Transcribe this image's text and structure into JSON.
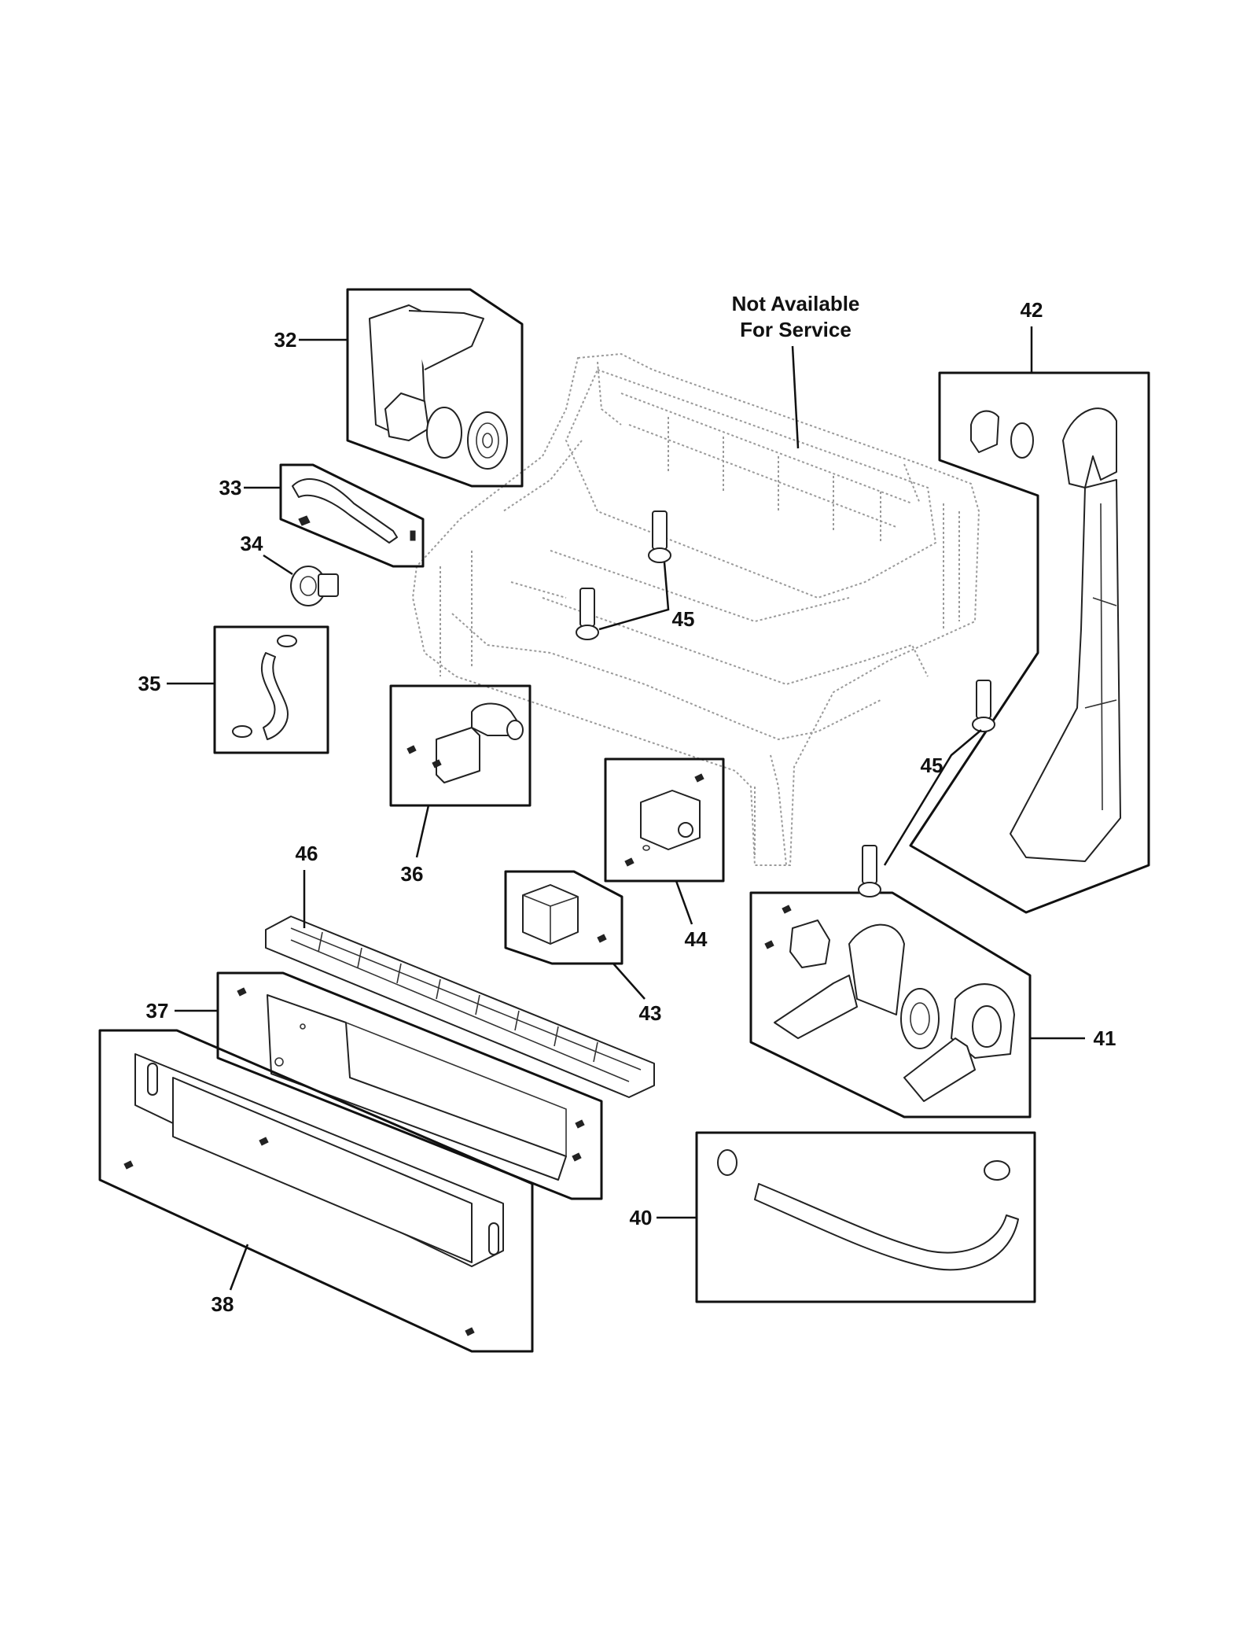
{
  "diagram": {
    "not_available_line1": "Not Available",
    "not_available_line2": "For Service",
    "labels": {
      "p32": "32",
      "p33": "33",
      "p34": "34",
      "p35": "35",
      "p36": "36",
      "p37": "37",
      "p38": "38",
      "p40": "40",
      "p41": "41",
      "p42": "42",
      "p43": "43",
      "p44": "44",
      "p45a": "45",
      "p45b": "45",
      "p46": "46"
    }
  }
}
